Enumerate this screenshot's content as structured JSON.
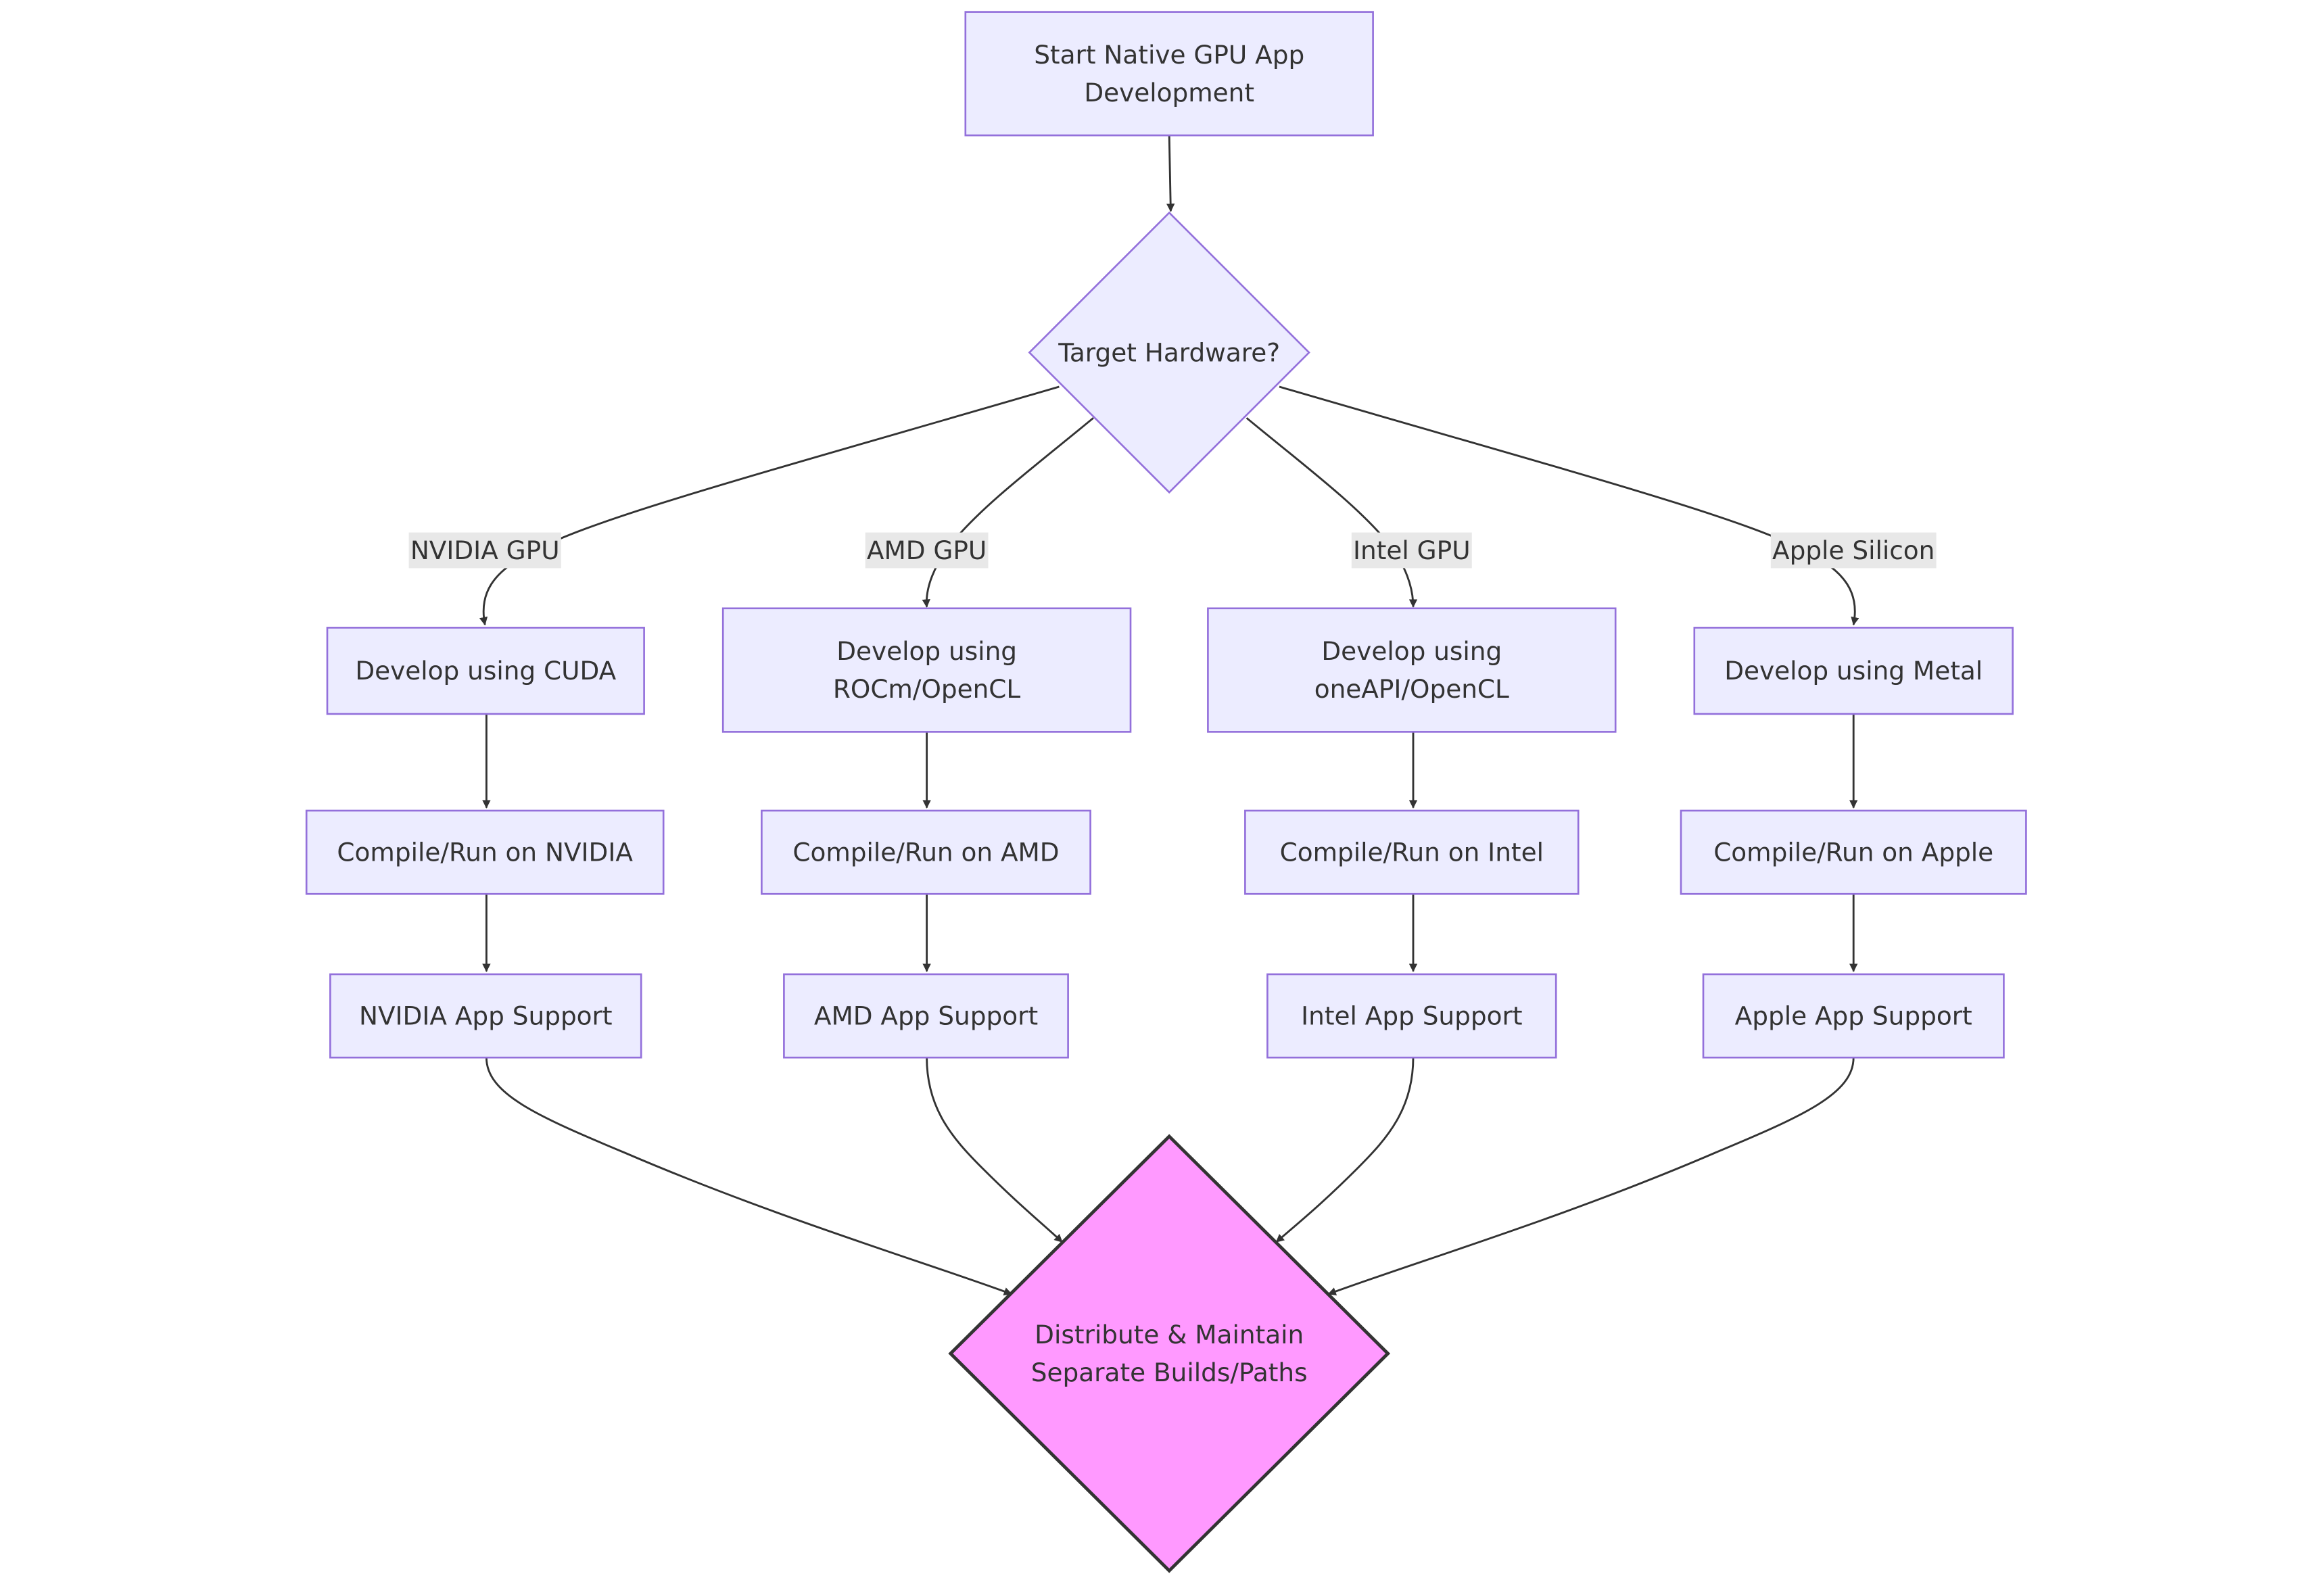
{
  "colors": {
    "node_fill": "#ececff",
    "node_stroke": "#9370db",
    "final_fill": "#ff99ff",
    "final_stroke": "#333333",
    "edge": "#333333",
    "edge_label_bg": "#e8e8e8",
    "text": "#333333"
  },
  "nodes": {
    "start": {
      "lines": [
        "Start Native GPU App",
        "Development"
      ]
    },
    "decision": {
      "lines": [
        "Target Hardware?"
      ]
    },
    "dev_cuda": {
      "lines": [
        "Develop using CUDA"
      ]
    },
    "dev_rocm": {
      "lines": [
        "Develop using",
        "ROCm/OpenCL"
      ]
    },
    "dev_oneapi": {
      "lines": [
        "Develop using",
        "oneAPI/OpenCL"
      ]
    },
    "dev_metal": {
      "lines": [
        "Develop using Metal"
      ]
    },
    "run_nvidia": {
      "lines": [
        "Compile/Run on NVIDIA"
      ]
    },
    "run_amd": {
      "lines": [
        "Compile/Run on AMD"
      ]
    },
    "run_intel": {
      "lines": [
        "Compile/Run on Intel"
      ]
    },
    "run_apple": {
      "lines": [
        "Compile/Run on Apple"
      ]
    },
    "support_nvidia": {
      "lines": [
        "NVIDIA App Support"
      ]
    },
    "support_amd": {
      "lines": [
        "AMD App Support"
      ]
    },
    "support_intel": {
      "lines": [
        "Intel App Support"
      ]
    },
    "support_apple": {
      "lines": [
        "Apple App Support"
      ]
    },
    "final": {
      "lines": [
        "Distribute & Maintain",
        "Separate Builds/Paths"
      ]
    }
  },
  "edge_labels": {
    "nvidia": "NVIDIA GPU",
    "amd": "AMD GPU",
    "intel": "Intel GPU",
    "apple": "Apple Silicon"
  }
}
